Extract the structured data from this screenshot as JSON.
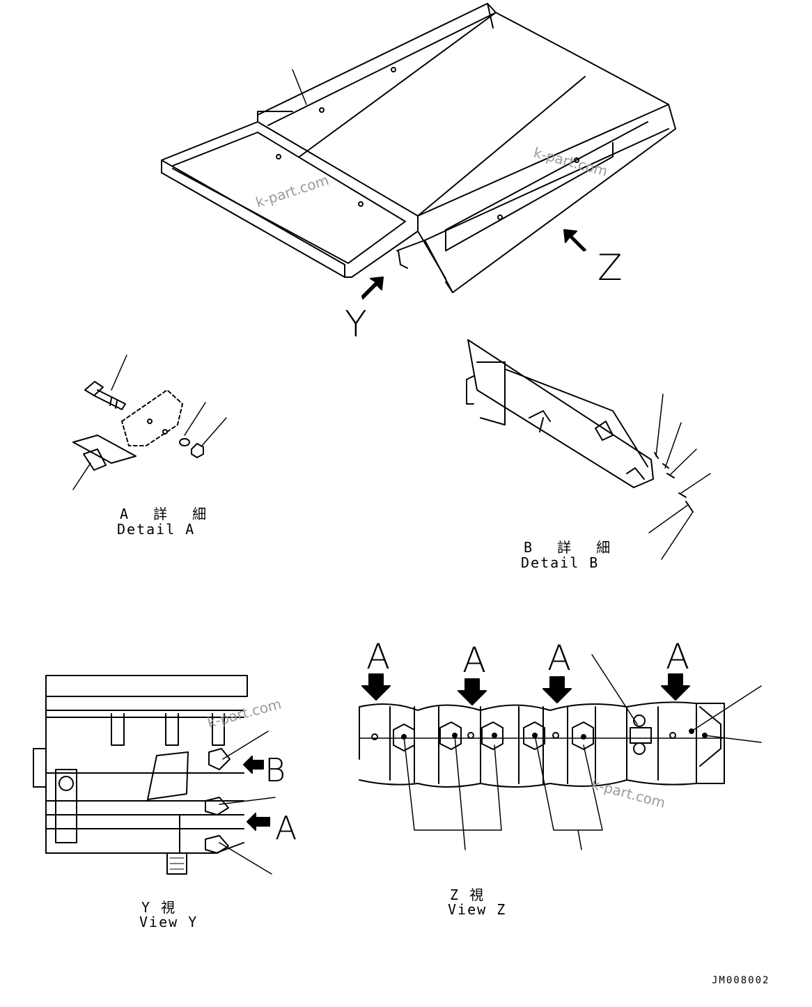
{
  "watermark": "k-part.com",
  "drawing_code": "JM008002",
  "view_arrows": {
    "y": "Y",
    "z": "Z",
    "a": "A",
    "b": "B"
  },
  "captions": {
    "detail_a_jp": "A 詳 細",
    "detail_a_en": "Detail A",
    "detail_b_jp": "B 詳 細",
    "detail_b_en": "Detail B",
    "view_y_jp": "Y  視",
    "view_y_en": "View Y",
    "view_z_jp": "Z  視",
    "view_z_en": "View Z"
  }
}
